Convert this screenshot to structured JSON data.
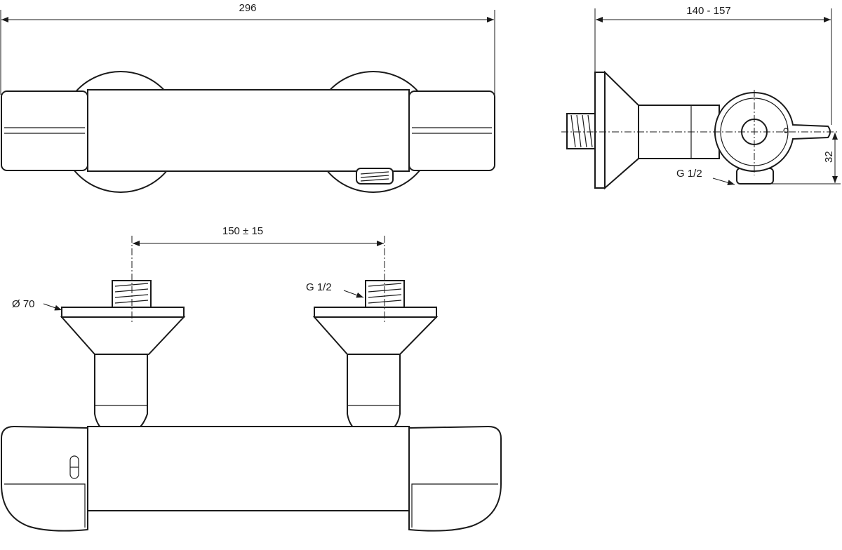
{
  "dimensions": {
    "overall_width": "296",
    "projection": "140 - 157",
    "outlet_offset": "32",
    "side_outlet_thread": "G 1/2",
    "inlet_centers": "150 ± 15",
    "inlet_thread": "G 1/2",
    "plate_diameter": "Ø 70"
  },
  "colors": {
    "line": "#1a1a1a",
    "background": "#ffffff"
  }
}
